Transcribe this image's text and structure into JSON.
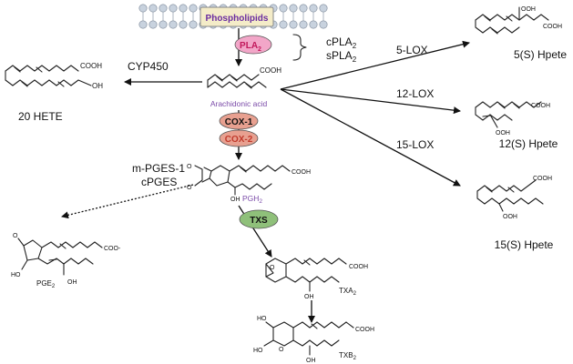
{
  "membrane": {
    "label": "Phospholipids"
  },
  "enzymes": {
    "pla2": {
      "main": "PLA",
      "sub": "2"
    },
    "cpla2": {
      "main": "cPLA",
      "sub": "2"
    },
    "spla2": {
      "main": "sPLA",
      "sub": "2"
    },
    "cyp450": "CYP450",
    "lox5": "5-LOX",
    "lox12": "12-LOX",
    "lox15": "15-LOX",
    "cox1": "COX-1",
    "cox2": "COX-2",
    "mpges1": "m-PGES-1",
    "cpges": "cPGES",
    "txs": "TXS"
  },
  "compounds": {
    "arachidonic": "Arachidonic acid",
    "hete20": "20 HETE",
    "hpete5": "5(S) Hpete",
    "hpete12": "12(S) Hpete",
    "hpete15": "15(S) Hpete",
    "pgh2": {
      "main": "PGH",
      "sub": "2"
    },
    "pge2": {
      "main": "PGE",
      "sub": "2"
    },
    "txa2": {
      "main": "TXA",
      "sub": "2"
    },
    "txb2": {
      "main": "TXB",
      "sub": "2"
    }
  },
  "groups": {
    "cooh": "COOH",
    "coo_minus": "COO-",
    "oh": "OH",
    "ooh": "OOH",
    "ho": "HO",
    "o": "O"
  },
  "colors": {
    "pla2": "#f2a6c8",
    "pla2_text": "#c2185b",
    "cox1": "#e8a090",
    "cox2": "#e8a090",
    "cox2_text": "#c0392b",
    "txs": "#8fc07a",
    "membrane": "#c8d2de",
    "label_box": "#f4ecc8",
    "label_text": "#6a2ca0"
  }
}
